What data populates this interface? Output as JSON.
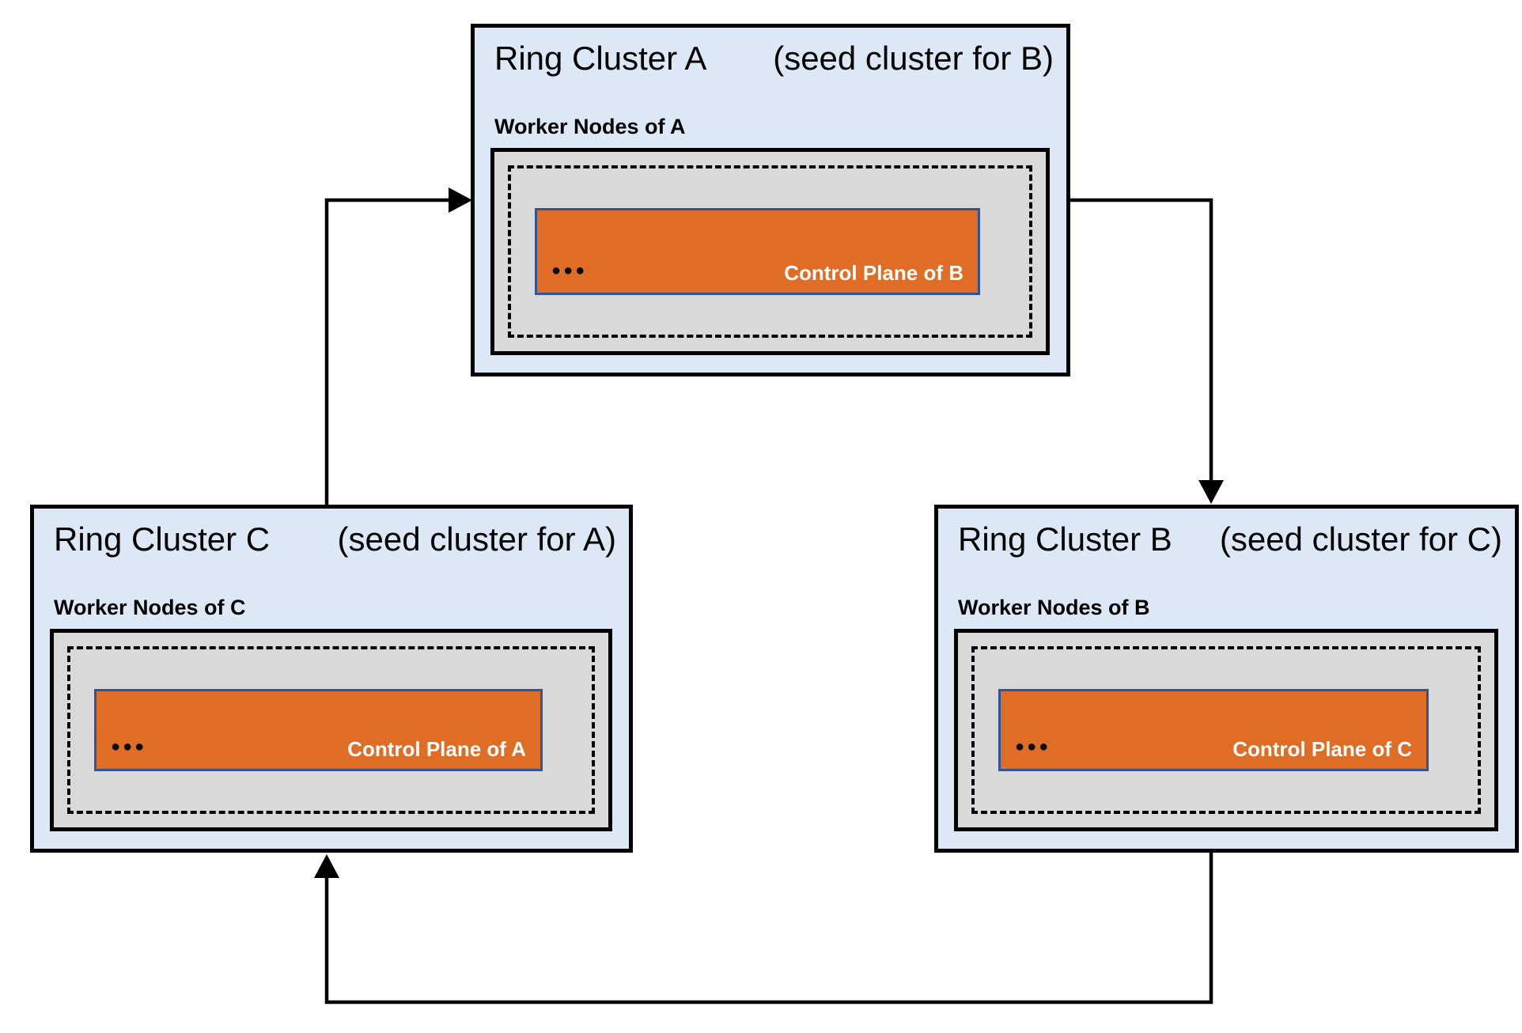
{
  "diagram": {
    "colors": {
      "page_bg": "#ffffff",
      "cluster_bg": "#dce8f5",
      "cluster_border": "#000000",
      "node_area_bg": "#d9d9d9",
      "control_plane_bg": "#e06d26",
      "control_plane_border": "#2f5597",
      "arrow": "#000000",
      "control_plane_text": "#ffffff"
    },
    "clusters": [
      {
        "id": "A",
        "title": "Ring Cluster A",
        "subtitle": "(seed cluster for B)",
        "worker_label": "Worker Nodes of A",
        "control_plane_label": "Control Plane of B",
        "ellipsis": "●●●"
      },
      {
        "id": "C",
        "title": "Ring Cluster C",
        "subtitle": "(seed cluster for A)",
        "worker_label": "Worker Nodes of C",
        "control_plane_label": "Control Plane of A",
        "ellipsis": "●●●"
      },
      {
        "id": "B",
        "title": "Ring Cluster B",
        "subtitle": "(seed cluster for C)",
        "worker_label": "Worker Nodes of B",
        "control_plane_label": "Control Plane of C",
        "ellipsis": "●●●"
      }
    ],
    "arrows": [
      {
        "name": "arrow-c-to-a",
        "from": "Ring Cluster C",
        "to": "Ring Cluster A"
      },
      {
        "name": "arrow-a-to-b",
        "from": "Ring Cluster A",
        "to": "Ring Cluster B"
      },
      {
        "name": "arrow-b-to-c",
        "from": "Ring Cluster B",
        "to": "Ring Cluster C"
      }
    ]
  }
}
